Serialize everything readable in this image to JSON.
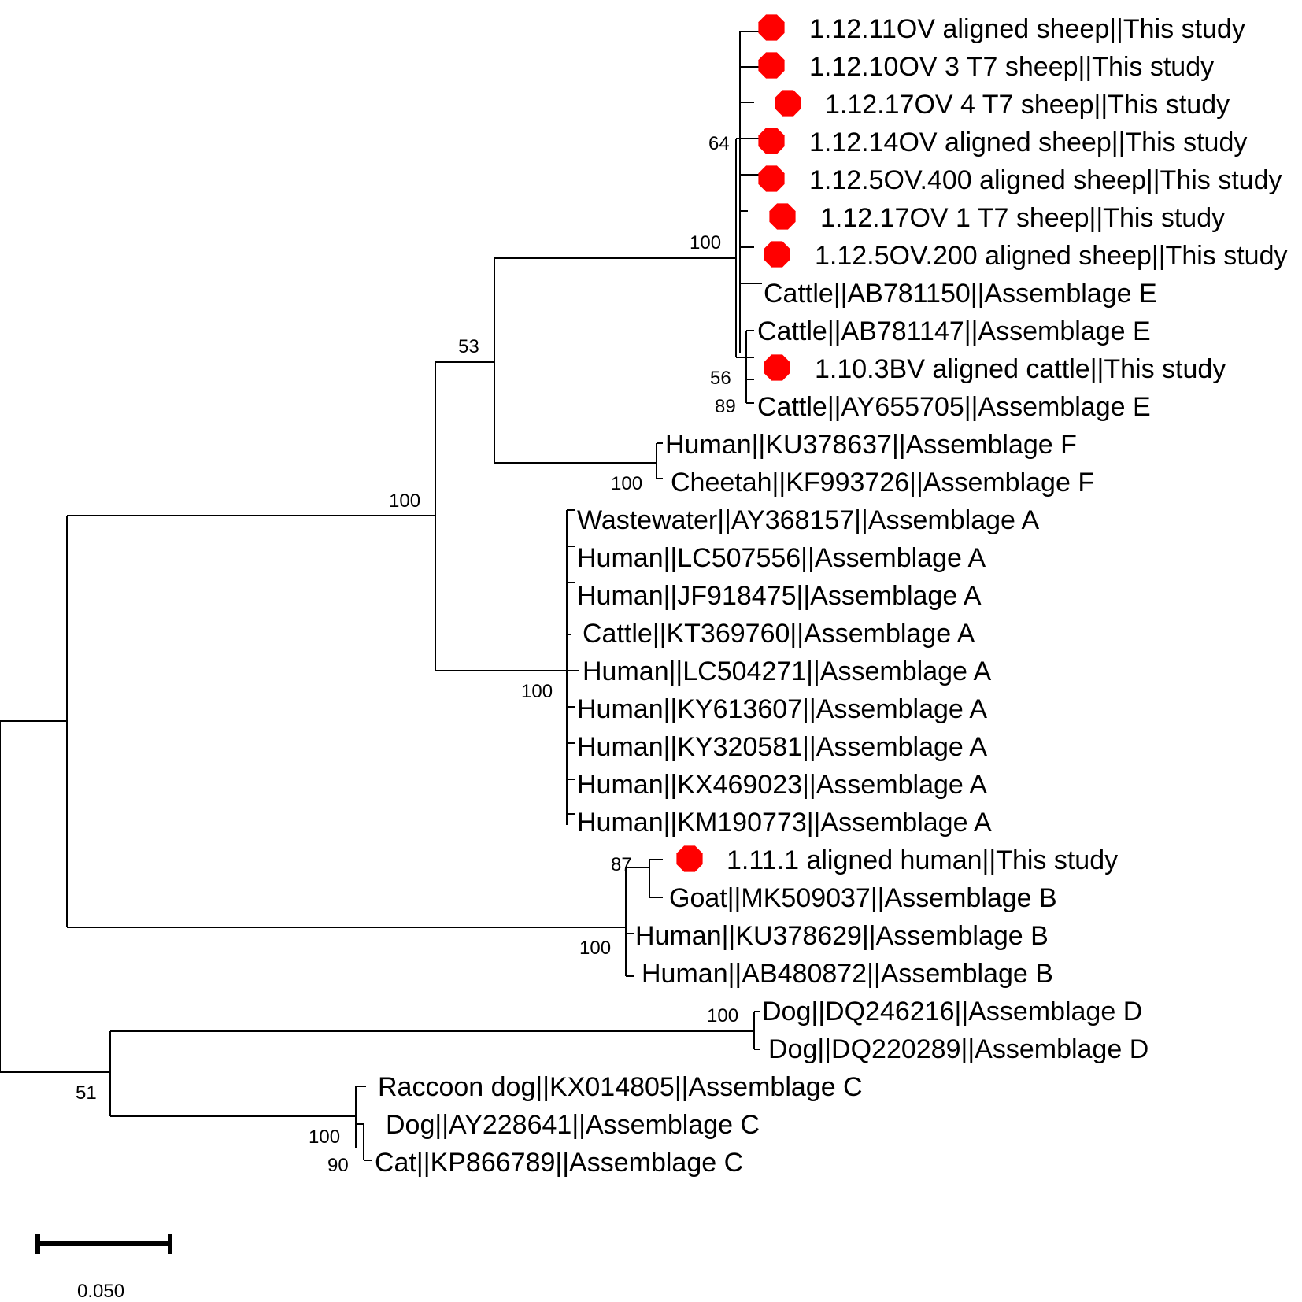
{
  "marker_color": "#ff0000",
  "marker_icon": "filled-octagon",
  "leaves": [
    {
      "id": "L1",
      "label": "1.12.11OV aligned sheep||This study",
      "this_study": true
    },
    {
      "id": "L2",
      "label": "1.12.10OV 3 T7 sheep||This study",
      "this_study": true
    },
    {
      "id": "L3",
      "label": "1.12.17OV 4 T7 sheep||This study",
      "this_study": true
    },
    {
      "id": "L4",
      "label": "1.12.14OV aligned sheep||This study",
      "this_study": true
    },
    {
      "id": "L5",
      "label": "1.12.5OV.400 aligned sheep||This study",
      "this_study": true
    },
    {
      "id": "L6",
      "label": "1.12.17OV 1 T7 sheep||This study",
      "this_study": true
    },
    {
      "id": "L7",
      "label": "1.12.5OV.200 aligned sheep||This study",
      "this_study": true
    },
    {
      "id": "L8",
      "label": "Cattle||AB781150||Assemblage E",
      "this_study": false
    },
    {
      "id": "L9",
      "label": "Cattle||AB781147||Assemblage E",
      "this_study": false
    },
    {
      "id": "L10",
      "label": "1.10.3BV aligned cattle||This study",
      "this_study": true
    },
    {
      "id": "L11",
      "label": "Cattle||AY655705||Assemblage E",
      "this_study": false
    },
    {
      "id": "L12",
      "label": "Human||KU378637||Assemblage F",
      "this_study": false
    },
    {
      "id": "L13",
      "label": "Cheetah||KF993726||Assemblage F",
      "this_study": false
    },
    {
      "id": "L14",
      "label": "Wastewater||AY368157||Assemblage A",
      "this_study": false
    },
    {
      "id": "L15",
      "label": "Human||LC507556||Assemblage A",
      "this_study": false
    },
    {
      "id": "L16",
      "label": "Human||JF918475||Assemblage A",
      "this_study": false
    },
    {
      "id": "L17",
      "label": "Cattle||KT369760||Assemblage A",
      "this_study": false
    },
    {
      "id": "L18",
      "label": "Human||LC504271||Assemblage A",
      "this_study": false
    },
    {
      "id": "L19",
      "label": "Human||KY613607||Assemblage A",
      "this_study": false
    },
    {
      "id": "L20",
      "label": "Human||KY320581||Assemblage A",
      "this_study": false
    },
    {
      "id": "L21",
      "label": "Human||KX469023||Assemblage A",
      "this_study": false
    },
    {
      "id": "L22",
      "label": "Human||KM190773||Assemblage A",
      "this_study": false
    },
    {
      "id": "L23",
      "label": "1.11.1 aligned human||This study",
      "this_study": true
    },
    {
      "id": "L24",
      "label": "Goat||MK509037||Assemblage B",
      "this_study": false
    },
    {
      "id": "L25",
      "label": "Human||KU378629||Assemblage B",
      "this_study": false
    },
    {
      "id": "L26",
      "label": "Human||AB480872||Assemblage B",
      "this_study": false
    },
    {
      "id": "L27",
      "label": "Dog||DQ246216||Assemblage D",
      "this_study": false
    },
    {
      "id": "L28",
      "label": "Dog||DQ220289||Assemblage D",
      "this_study": false
    },
    {
      "id": "L29",
      "label": "Raccoon dog||KX014805||Assemblage C",
      "this_study": false
    },
    {
      "id": "L30",
      "label": "Dog||AY228641||Assemblage C",
      "this_study": false
    },
    {
      "id": "L31",
      "label": "Cat||KP866789||Assemblage C",
      "this_study": false
    }
  ],
  "support_values": [
    {
      "node": "E-sheep",
      "value": "64"
    },
    {
      "node": "E",
      "value": "100"
    },
    {
      "node": "E-inner",
      "value": "56"
    },
    {
      "node": "E-pair",
      "value": "89"
    },
    {
      "node": "EF",
      "value": "53"
    },
    {
      "node": "F",
      "value": "100"
    },
    {
      "node": "AEF",
      "value": "100"
    },
    {
      "node": "A",
      "value": "100"
    },
    {
      "node": "B-inner",
      "value": "87"
    },
    {
      "node": "B",
      "value": "100"
    },
    {
      "node": "D",
      "value": "100"
    },
    {
      "node": "CD",
      "value": "51"
    },
    {
      "node": "C",
      "value": "100"
    },
    {
      "node": "C-pair",
      "value": "90"
    }
  ],
  "scale_bar": {
    "label": "0.050",
    "value": 0.05
  }
}
